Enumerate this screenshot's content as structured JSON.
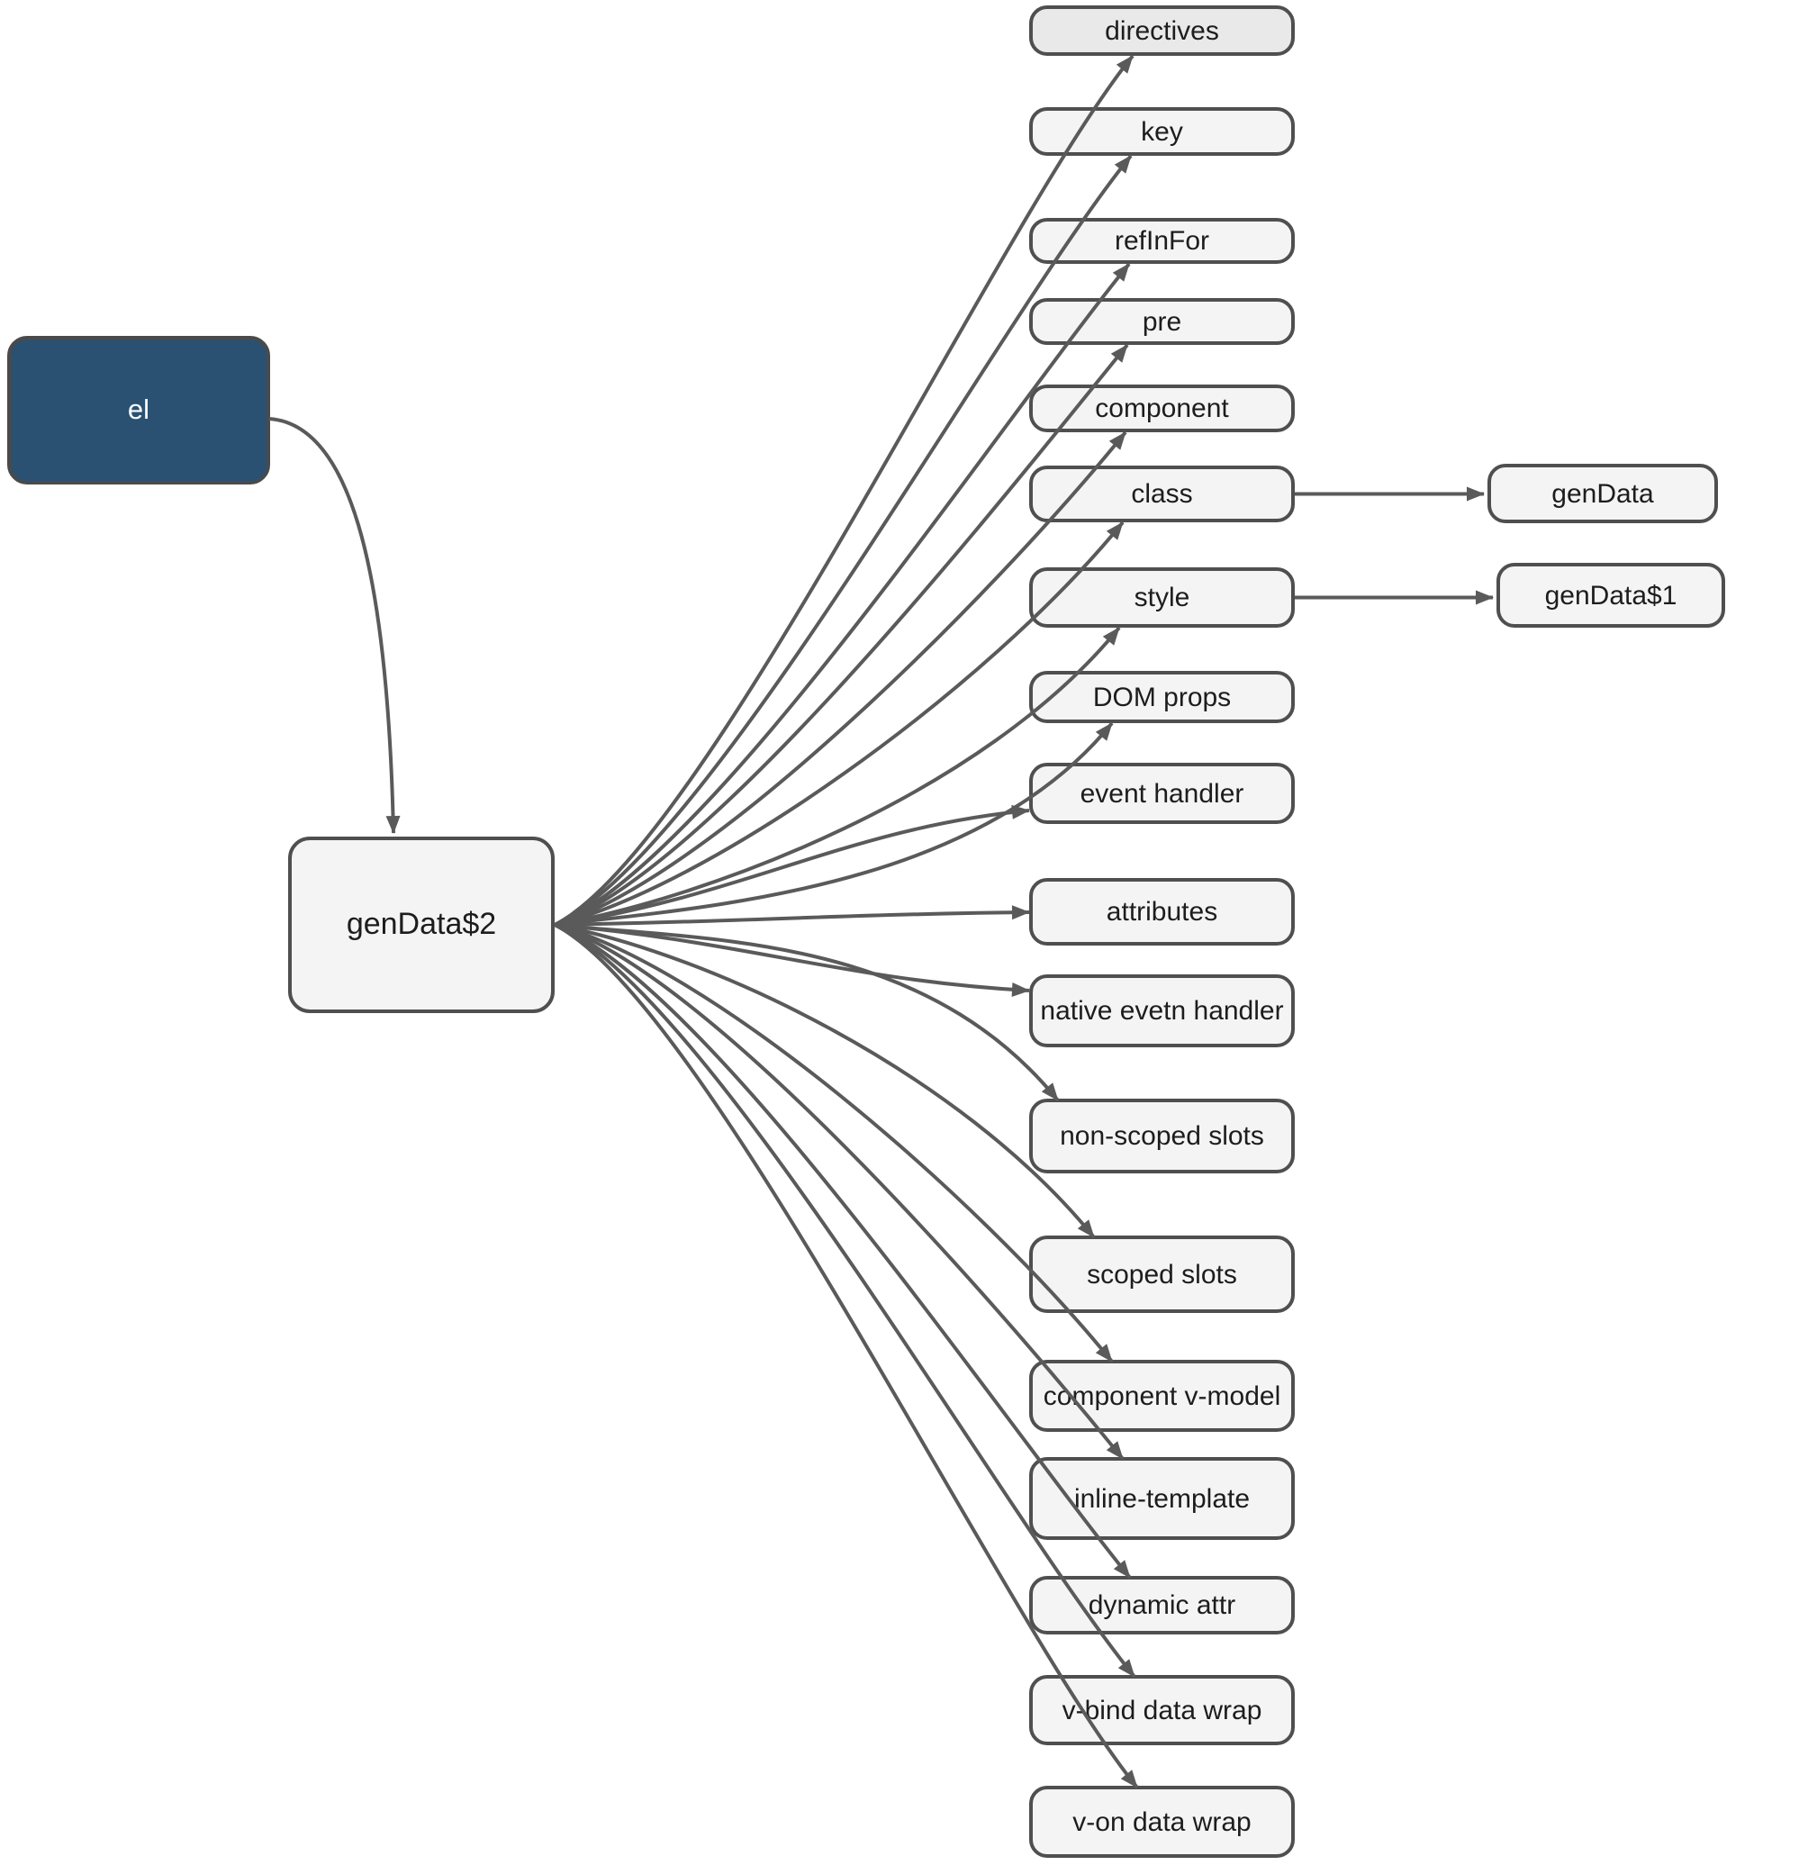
{
  "diagram": {
    "type": "flowchart",
    "direction": "left-to-right",
    "colors": {
      "background": "#ffffff",
      "node_fill": "#f4f4f4",
      "node_fill_shaded": "#e9e9e9",
      "node_border": "#4f4f4f",
      "edge": "#5a5a5a",
      "text": "#1d1d1d",
      "primary_fill": "#2b5172",
      "primary_text": "#fafcfd"
    },
    "nodes": [
      {
        "id": "el",
        "label": "el",
        "variant": "primary"
      },
      {
        "id": "genData2",
        "label": "genData$2",
        "variant": "hub"
      },
      {
        "id": "directives",
        "label": "directives",
        "variant": "shaded"
      },
      {
        "id": "key",
        "label": "key",
        "variant": "default"
      },
      {
        "id": "refInFor",
        "label": "refInFor",
        "variant": "default"
      },
      {
        "id": "pre",
        "label": "pre",
        "variant": "default"
      },
      {
        "id": "component",
        "label": "component",
        "variant": "default"
      },
      {
        "id": "class",
        "label": "class",
        "variant": "default"
      },
      {
        "id": "style",
        "label": "style",
        "variant": "default"
      },
      {
        "id": "domProps",
        "label": "DOM props",
        "variant": "default"
      },
      {
        "id": "eventHandler",
        "label": "event handler",
        "variant": "default"
      },
      {
        "id": "attributes",
        "label": "attributes",
        "variant": "default"
      },
      {
        "id": "nativeEvetnHandler",
        "label": "native evetn handler",
        "variant": "default"
      },
      {
        "id": "nonScopedSlots",
        "label": "non-scoped slots",
        "variant": "default"
      },
      {
        "id": "scopedSlots",
        "label": "scoped slots",
        "variant": "default"
      },
      {
        "id": "componentVModel",
        "label": "component v-model",
        "variant": "default"
      },
      {
        "id": "inlineTemplate",
        "label": "inline-template",
        "variant": "default"
      },
      {
        "id": "dynamicAttr",
        "label": "dynamic attr",
        "variant": "default"
      },
      {
        "id": "vBindDataWrap",
        "label": "v-bind data wrap",
        "variant": "default"
      },
      {
        "id": "vOnDataWrap",
        "label": "v-on data wrap",
        "variant": "default"
      },
      {
        "id": "genData",
        "label": "genData",
        "variant": "default"
      },
      {
        "id": "genData1",
        "label": "genData$1",
        "variant": "default"
      }
    ],
    "edges": [
      {
        "from": "el",
        "to": "genData2"
      },
      {
        "from": "genData2",
        "to": "directives"
      },
      {
        "from": "genData2",
        "to": "key"
      },
      {
        "from": "genData2",
        "to": "refInFor"
      },
      {
        "from": "genData2",
        "to": "pre"
      },
      {
        "from": "genData2",
        "to": "component"
      },
      {
        "from": "genData2",
        "to": "class"
      },
      {
        "from": "genData2",
        "to": "style"
      },
      {
        "from": "genData2",
        "to": "domProps"
      },
      {
        "from": "genData2",
        "to": "eventHandler"
      },
      {
        "from": "genData2",
        "to": "attributes"
      },
      {
        "from": "genData2",
        "to": "nativeEvetnHandler"
      },
      {
        "from": "genData2",
        "to": "nonScopedSlots"
      },
      {
        "from": "genData2",
        "to": "scopedSlots"
      },
      {
        "from": "genData2",
        "to": "componentVModel"
      },
      {
        "from": "genData2",
        "to": "inlineTemplate"
      },
      {
        "from": "genData2",
        "to": "dynamicAttr"
      },
      {
        "from": "genData2",
        "to": "vBindDataWrap"
      },
      {
        "from": "genData2",
        "to": "vOnDataWrap"
      },
      {
        "from": "class",
        "to": "genData"
      },
      {
        "from": "style",
        "to": "genData1"
      }
    ]
  }
}
